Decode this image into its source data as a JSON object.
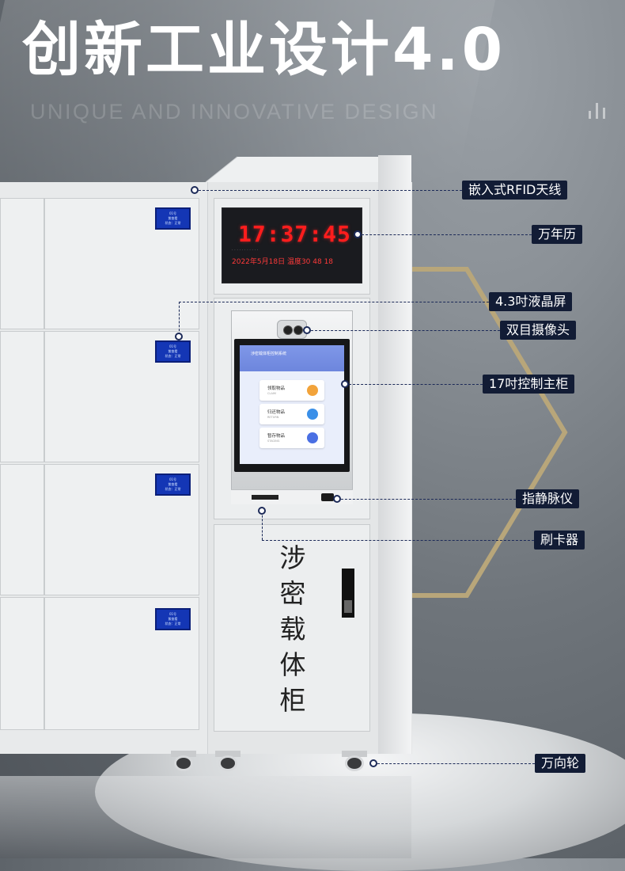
{
  "header": {
    "title": "创新工业设计4.0",
    "subtitle": "UNIQUE AND INNOVATIVE DESIGN"
  },
  "clock": {
    "time": "17:37:45",
    "date_line": "2022年5月18日  温度30  48  18"
  },
  "screen": {
    "title": "涉密载体柜控制系统",
    "menu": [
      {
        "label": "领取物品",
        "sub": "CLAIM"
      },
      {
        "label": "归还物品",
        "sub": "RETURN"
      },
      {
        "label": "暂存物品",
        "sub": "STAGING"
      }
    ]
  },
  "cabinet_name": "涉\n密\n载\n体\n柜",
  "mini_display": {
    "line1": "01号",
    "line2": "紫查看",
    "line3": "状态：正常"
  },
  "callouts": [
    {
      "id": "rfid",
      "text": "嵌入式RFID天线"
    },
    {
      "id": "calendar",
      "text": "万年历"
    },
    {
      "id": "lcd",
      "text": "4.3吋液晶屏"
    },
    {
      "id": "camera",
      "text": "双目摄像头"
    },
    {
      "id": "main",
      "text": "17吋控制主柜"
    },
    {
      "id": "vein",
      "text": "指静脉仪"
    },
    {
      "id": "card",
      "text": "刷卡器"
    },
    {
      "id": "wheel",
      "text": "万向轮"
    }
  ],
  "colors": {
    "label_bg": "#121c35",
    "gold": "#b8a67a",
    "led_red": "#ff1d1d",
    "mini_screen": "#1436b5"
  }
}
